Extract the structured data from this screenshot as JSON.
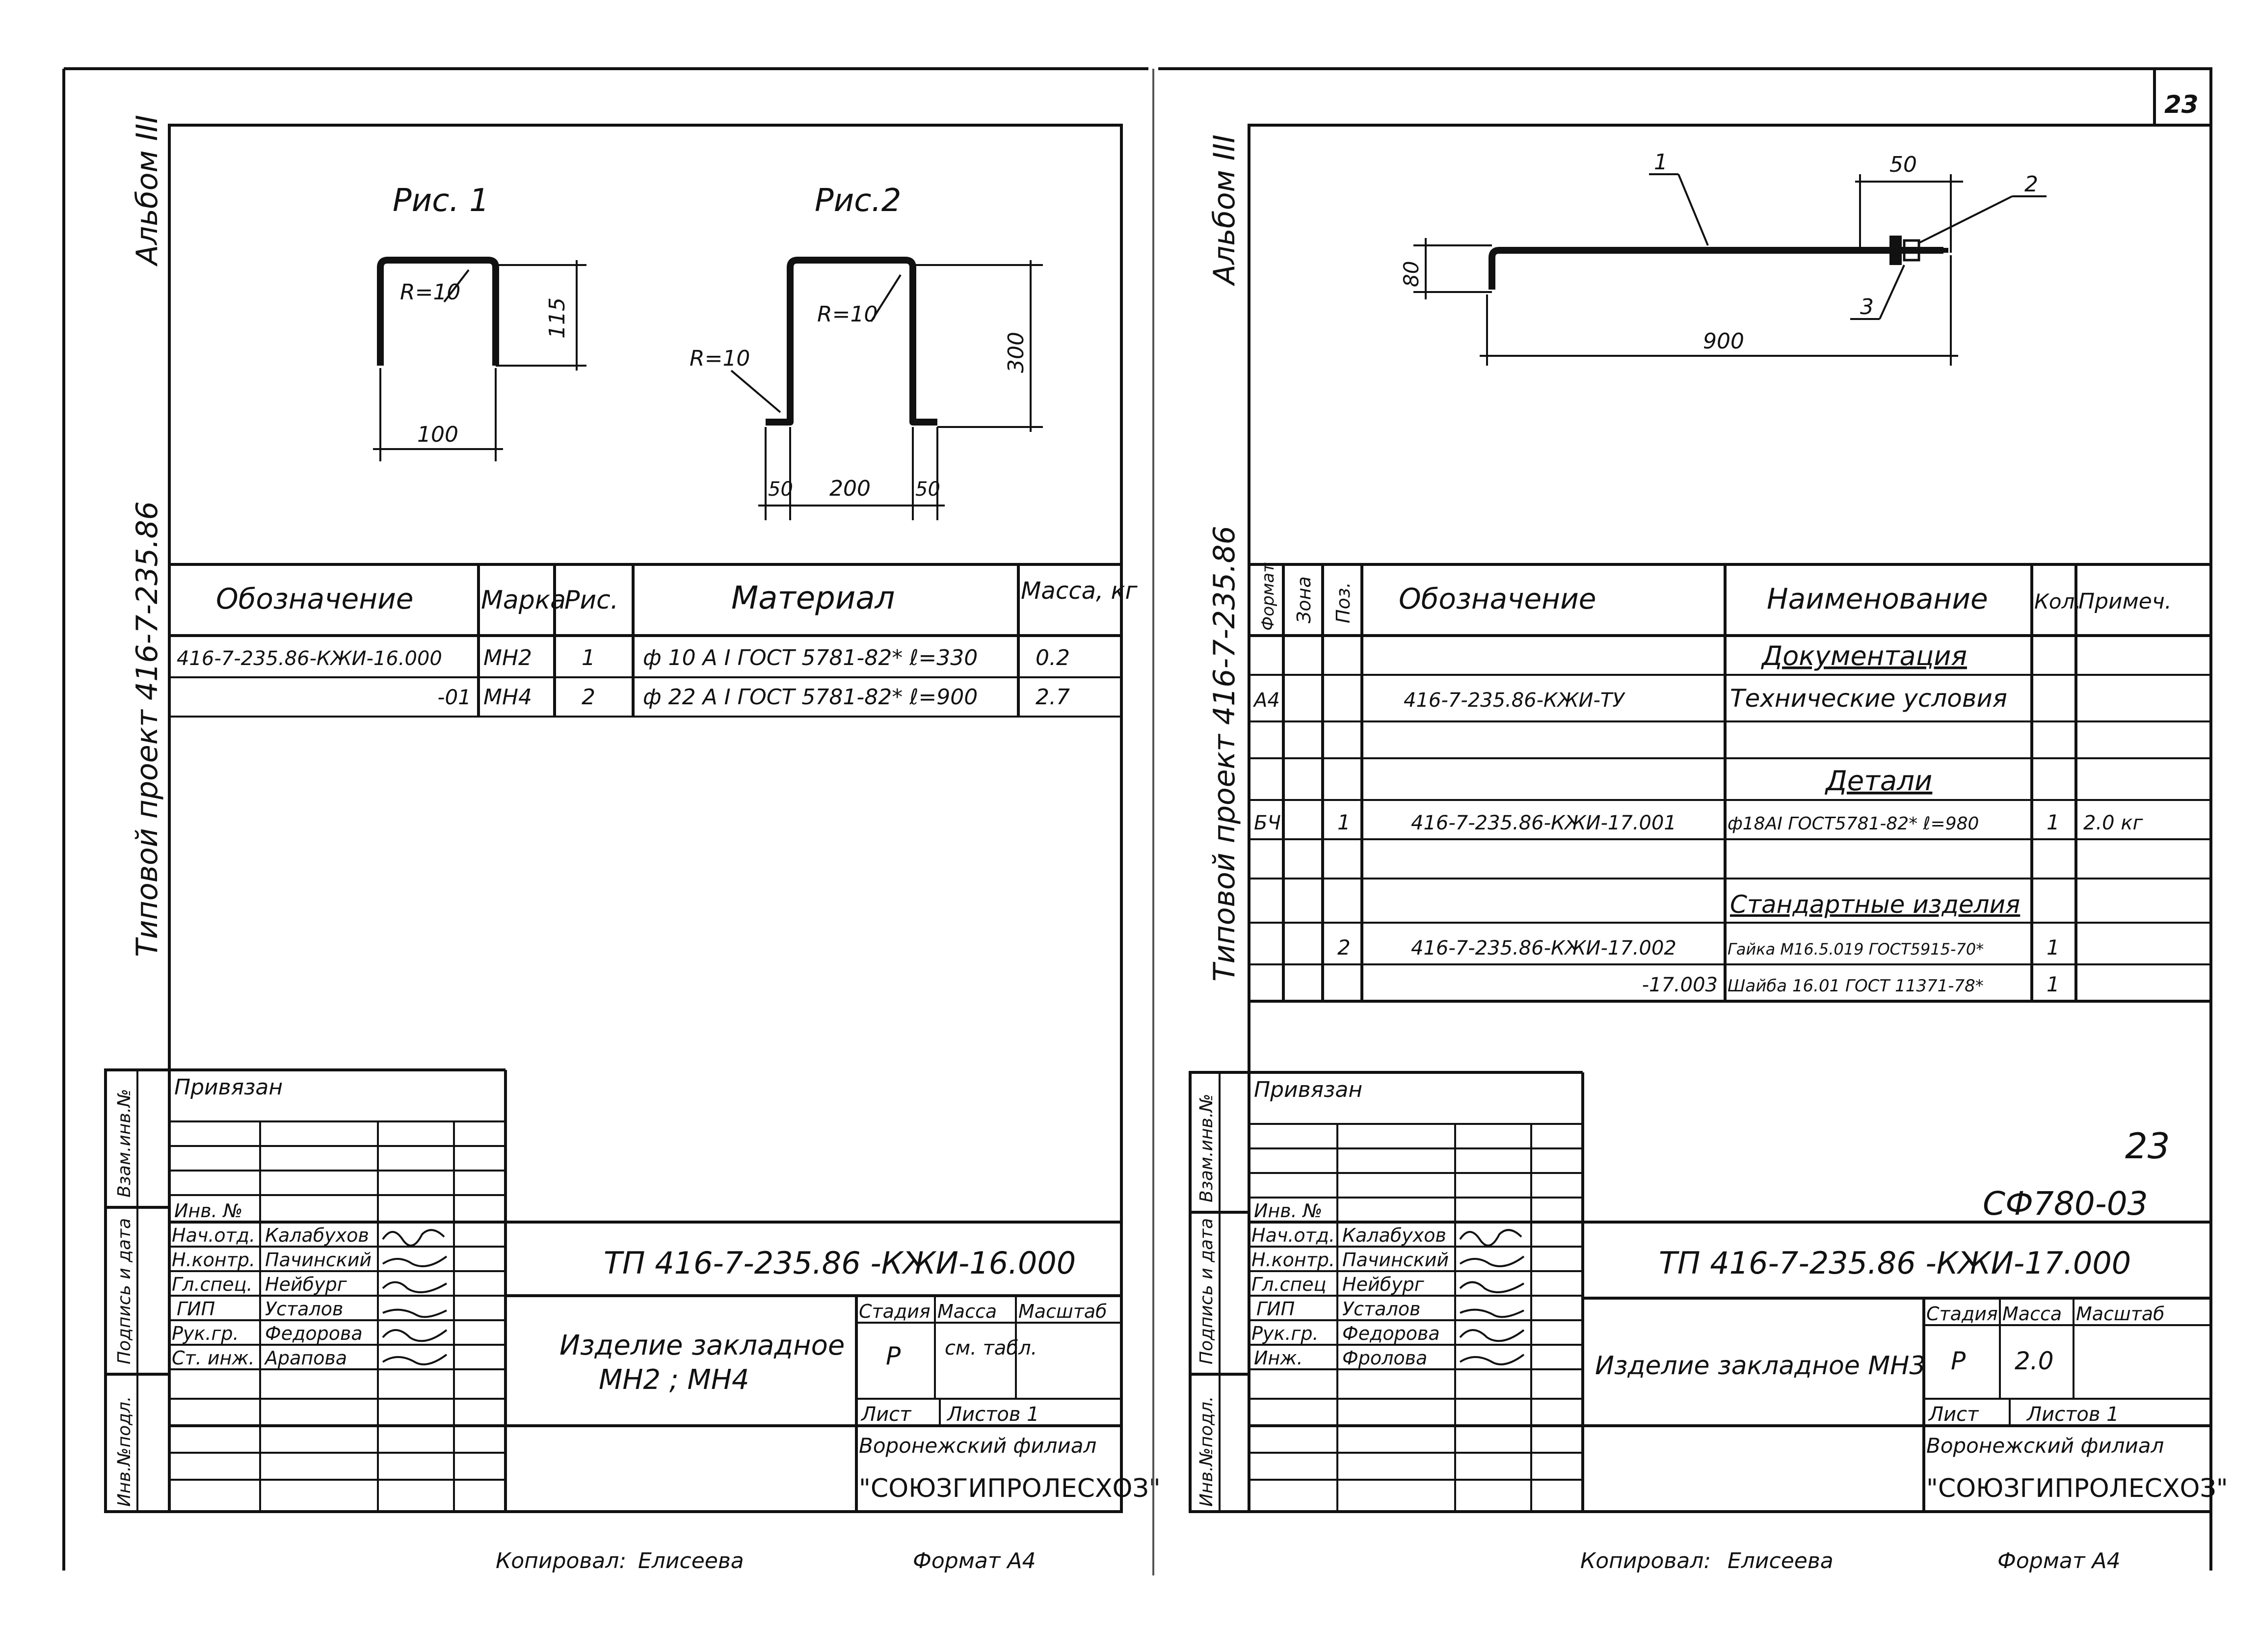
{
  "left": {
    "album": "Альбом III",
    "project": "Типовой проект 416-7-235.86",
    "fig1_title": "Рис. 1",
    "fig1": {
      "radius": "R=10",
      "height": "115",
      "width": "100"
    },
    "fig2_title": "Рис.2",
    "fig2": {
      "radius_top": "R=10",
      "radius_bottom": "R=10",
      "height": "300",
      "d1": "50",
      "d2": "200",
      "d3": "50"
    },
    "table_headers": [
      "Обозначение",
      "Марка",
      "Рис.",
      "Материал",
      "Масса, кг"
    ],
    "rows": [
      {
        "designation": "416-7-235.86-КЖИ-16.000",
        "mark": "МН2",
        "fig": "1",
        "material": "ф 10 А I ГОСТ 5781-82* ℓ=330",
        "mass": "0.2"
      },
      {
        "designation": "-01",
        "mark": "МН4",
        "fig": "2",
        "material": "ф 22 А I ГОСТ 5781-82* ℓ=900",
        "mass": "2.7"
      }
    ],
    "side_labels": [
      "Взам.инв.№",
      "Подпись и дата",
      "Инв.№подл."
    ],
    "privyazan": "Привязан",
    "inv": "Инв. №",
    "roles": [
      "Нач.отд.",
      "Н.контр.",
      "Гл.спец.",
      "ГИП",
      "Рук.гр.",
      "Ст. инж."
    ],
    "names": [
      "Калабухов",
      "Пачинский",
      "Нейбург",
      "Усталов",
      "Федорова",
      "Арапова"
    ],
    "doc_code": "ТП 416-7-235.86 -КЖИ-16.000",
    "item_name": "Изделие закладное",
    "item_marks": "МН2 ; МН4",
    "stage_label": "Стадия",
    "mass_label": "Масса",
    "scale_label": "Масштаб",
    "stage": "Р",
    "mass": "см. табл.",
    "sheet_label": "Лист",
    "sheets_label": "Листов 1",
    "org1": "Воронежский филиал",
    "org2": "\"СОЮЗГИПРОЛЕСХОЗ\"",
    "copied": "Копировал:",
    "copier": "Елисеева",
    "format": "Формат А4"
  },
  "right": {
    "page_number": "23",
    "album": "Альбом III",
    "project": "Типовой проект 416-7-235.86",
    "drawing": {
      "callout1": "1",
      "callout2": "2",
      "callout3": "3",
      "dim_top": "50",
      "dim_left": "80",
      "dim_length": "900"
    },
    "table_headers": [
      "Формат",
      "Зона",
      "Поз.",
      "Обозначение",
      "Наименование",
      "Кол.",
      "Примеч."
    ],
    "sections": {
      "docs": "Документация",
      "details": "Детали",
      "standard": "Стандартные изделия"
    },
    "rows": [
      {
        "format": "А4",
        "pos": "",
        "designation": "416-7-235.86-КЖИ-ТУ",
        "name": "Технические условия",
        "qty": "",
        "note": ""
      },
      {
        "format": "БЧ",
        "pos": "1",
        "designation": "416-7-235.86-КЖИ-17.001",
        "name": "ф18АI ГОСТ5781-82* ℓ=980",
        "qty": "1",
        "note": "2.0 кг"
      },
      {
        "format": "",
        "pos": "2",
        "designation": "416-7-235.86-КЖИ-17.002",
        "name": "Гайка М16.5.019 ГОСТ5915-70*",
        "qty": "1",
        "note": ""
      },
      {
        "format": "",
        "pos": "",
        "designation": "-17.003",
        "name": "Шайба 16.01 ГОСТ 11371-78*",
        "qty": "1",
        "note": ""
      }
    ],
    "side_labels": [
      "Взам.инв.№",
      "Подпись и дата",
      "Инв.№подл."
    ],
    "privyazan": "Привязан",
    "big_number": "23",
    "cf_code": "СФ780-03",
    "inv": "Инв. №",
    "roles": [
      "Нач.отд.",
      "Н.контр.",
      "Гл.спец",
      "ГИП",
      "Рук.гр.",
      "Инж."
    ],
    "names": [
      "Калабухов",
      "Пачинский",
      "Нейбург",
      "Усталов",
      "Федорова",
      "Фролова"
    ],
    "doc_code": "ТП 416-7-235.86 -КЖИ-17.000",
    "item_name": "Изделие закладное МН3",
    "stage_label": "Стадия",
    "mass_label": "Масса",
    "scale_label": "Масштаб",
    "stage": "Р",
    "mass": "2.0",
    "sheet_label": "Лист",
    "sheets_label": "Листов 1",
    "org1": "Воронежский филиал",
    "org2": "\"СОЮЗГИПРОЛЕСХОЗ\"",
    "copied": "Копировал:",
    "copier": "Елисеева",
    "format": "Формат А4"
  }
}
